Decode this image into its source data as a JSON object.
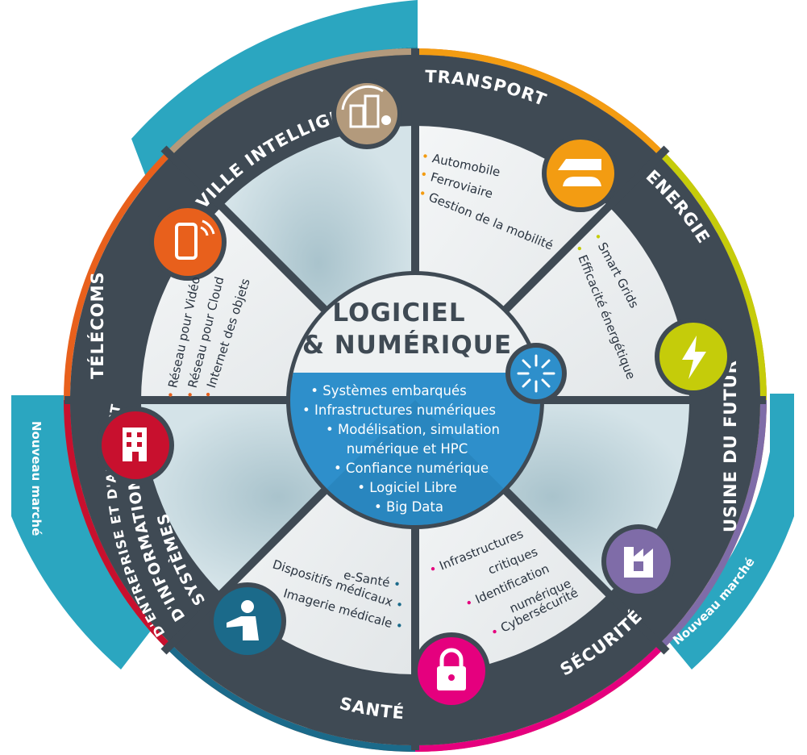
{
  "center": {
    "title_line1": "LOGICIEL",
    "title_line2": "& NUMÉRIQUE",
    "items": [
      "• Systèmes embarqués",
      "• Infrastructures numériques",
      "• Modélisation, simulation",
      "numérique et HPC",
      "• Confiance numérique",
      "• Logiciel Libre",
      "• Big Data"
    ]
  },
  "segments": {
    "ville": {
      "title": "VILLE INTELLIGENTE",
      "icon": "smart-city-icon",
      "color": "#b39a7c"
    },
    "transports": {
      "title": "TRANSPORTS",
      "icon": "train-car-icon",
      "color": "#f39c12",
      "items": [
        "Automobile",
        "Ferroviaire",
        "Gestion de la mobilité"
      ]
    },
    "energie": {
      "title": "ENERGIE",
      "icon": "lightning-icon",
      "color": "#c5cc0a",
      "items": [
        "Smart Grids",
        "Efficacité énergétique"
      ]
    },
    "usine": {
      "title": "USINE DU FUTUR",
      "icon": "factory-icon",
      "color": "#7f6ca8"
    },
    "securite": {
      "title": "SÉCURITÉ",
      "icon": "padlock-icon",
      "color": "#e5007e",
      "items": [
        "Infrastructures",
        "critiques",
        "Identification",
        "numérique",
        "Cybersécurité"
      ]
    },
    "sante": {
      "title": "SANTÉ",
      "icon": "doctor-icon",
      "color": "#1b6a8a",
      "items": [
        "e-Santé",
        "Dispositifs médicaux",
        "Imagerie médicale"
      ]
    },
    "systemes": {
      "title_line1": "SYSTÈMES",
      "title_line2": "D'INFORMATION",
      "title_line3": "D'ENTREPRISE ET D'ADMINISTRATION",
      "icon": "office-building-icon",
      "color": "#c8102e"
    },
    "telecoms": {
      "title": "TÉLÉCOMS",
      "icon": "smartphone-icon",
      "color": "#e8601c",
      "items": [
        "Réseau pour Vidéo",
        "Réseau pour Cloud",
        "Internet des objets"
      ]
    }
  },
  "new_market": {
    "label": "Nouveau marché",
    "color": "#2ba6c0"
  },
  "colors": {
    "dark": "#3f4a54",
    "center": "#2e8fcb"
  }
}
